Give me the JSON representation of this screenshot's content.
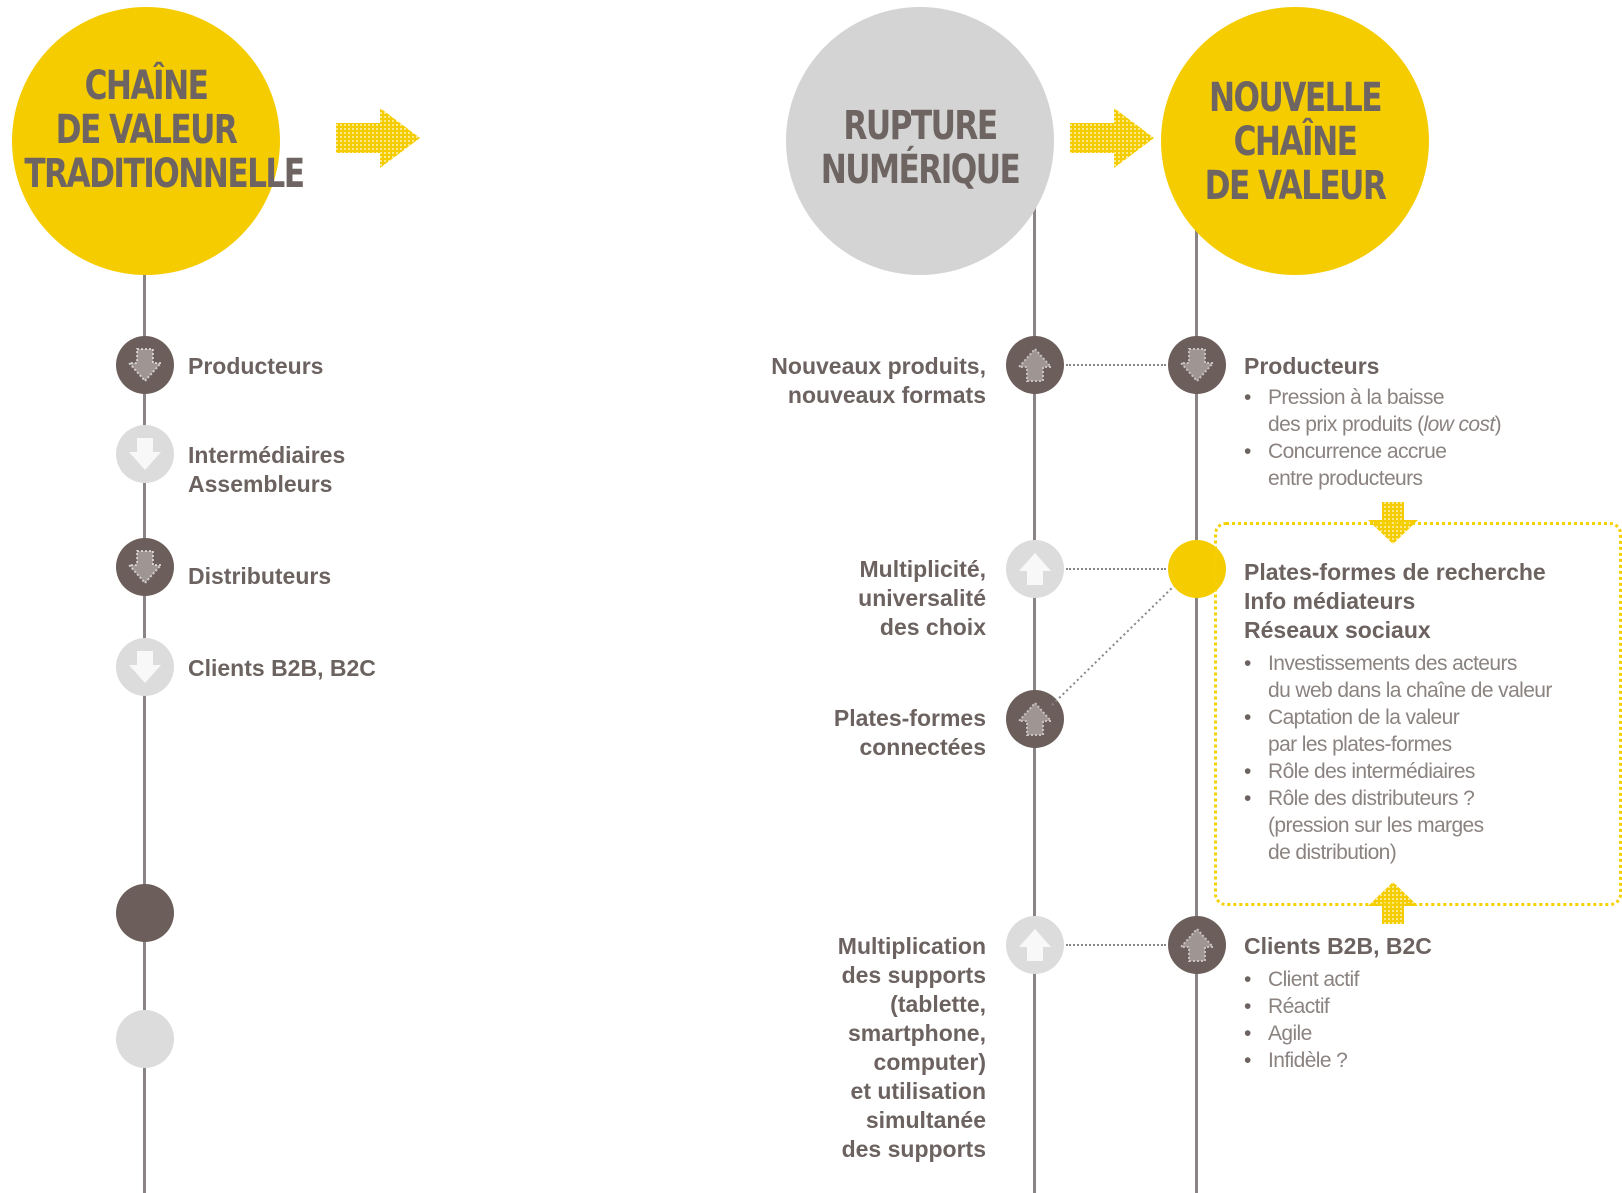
{
  "colors": {
    "yellow": "#f5cc00",
    "grey_circle": "#d4d4d4",
    "dark_node": "#6c5f5b",
    "light_node": "#dcdcdc",
    "line": "#8a8584",
    "text": "#6c6361"
  },
  "traditional": {
    "title_lines": [
      "CHAÎNE",
      "DE VALEUR",
      "TRADITIONNELLE"
    ],
    "items": [
      {
        "label": "Producteurs",
        "node": "dark",
        "icon": "arrow-down-icon"
      },
      {
        "label": "Intermédiaires\nAssembleurs",
        "node": "light",
        "icon": "arrow-down-icon"
      },
      {
        "label": "Distributeurs",
        "node": "dark",
        "icon": "arrow-down-icon"
      },
      {
        "label": "Clients B2B, B2C",
        "node": "light",
        "icon": "arrow-down-icon"
      }
    ]
  },
  "rupture": {
    "title_lines": [
      "RUPTURE",
      "NUMÉRIQUE"
    ],
    "items": [
      {
        "label": "Nouveaux produits,\nnouveaux formats",
        "node": "dark",
        "icon": "arrow-up-icon"
      },
      {
        "label": "Multiplicité,\nuniversalité\ndes choix",
        "node": "light",
        "icon": "arrow-up-icon"
      },
      {
        "label": "Plates-formes\nconnectées",
        "node": "dark",
        "icon": "arrow-up-icon"
      },
      {
        "label": "Multiplication\ndes supports\n(tablette,\nsmartphone,\ncomputer)\net utilisation\nsimultanée\ndes supports",
        "node": "light",
        "icon": "arrow-up-icon"
      }
    ]
  },
  "nouvelle": {
    "title_lines": [
      "NOUVELLE",
      "CHAÎNE",
      "DE VALEUR"
    ],
    "producteurs": {
      "title": "Producteurs",
      "bullets": [
        "Pression à la baisse\ndes prix produits (low cost)",
        "Concurrence accrue\nentre producteurs"
      ]
    },
    "plateformes": {
      "title_lines": [
        "Plates-formes de recherche",
        "Info médiateurs",
        "Réseaux sociaux"
      ],
      "bullets": [
        "Investissements des acteurs\ndu web dans la chaîne de valeur",
        "Captation de la valeur\npar les plates-formes",
        "Rôle des intermédiaires",
        "Rôle des distributeurs ?\n(pression sur les marges\nde distribution)"
      ]
    },
    "clients": {
      "title": "Clients B2B, B2C",
      "bullets": [
        "Client actif",
        "Réactif",
        "Agile",
        "Infidèle ?"
      ]
    }
  }
}
